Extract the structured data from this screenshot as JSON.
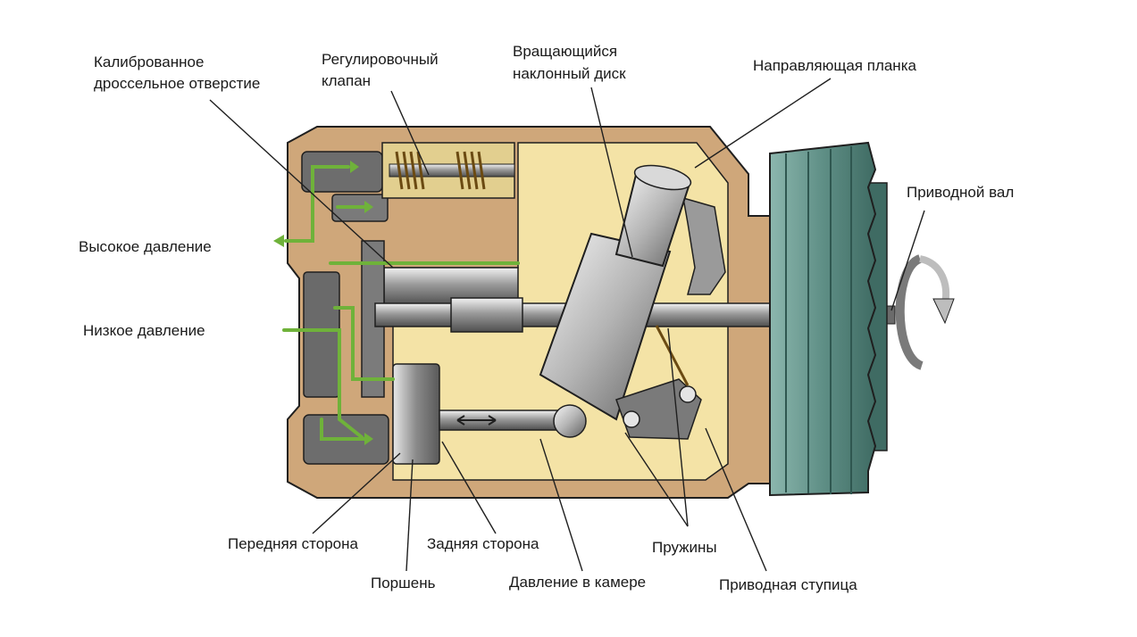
{
  "labels": {
    "calibrated_orifice_1": "Калиброванное",
    "calibrated_orifice_2": "дроссельное отверстие",
    "control_valve_1": "Регулировочный",
    "control_valve_2": "клапан",
    "swash_plate_1": "Вращающийся",
    "swash_plate_2": "наклонный диск",
    "guide_bar": "Направляющая планка",
    "drive_shaft": "Приводной вал",
    "high_pressure": "Высокое давление",
    "low_pressure": "Низкое давление",
    "front_side": "Передняя сторона",
    "rear_side": "Задняя сторона",
    "piston": "Поршень",
    "chamber_pressure": "Давление в камере",
    "springs": "Пружины",
    "drive_hub": "Приводная ступица"
  },
  "colors": {
    "housing": "#cfa77a",
    "housing_dark": "#b8895a",
    "chamber": "#f4e3a6",
    "metal": "#8e8e8e",
    "metal_dark": "#5d5d5d",
    "pulley": "#5f8f86",
    "pulley_dark": "#2f5750",
    "gas_line": "#6fb23a",
    "outline": "#1f1f1f"
  }
}
